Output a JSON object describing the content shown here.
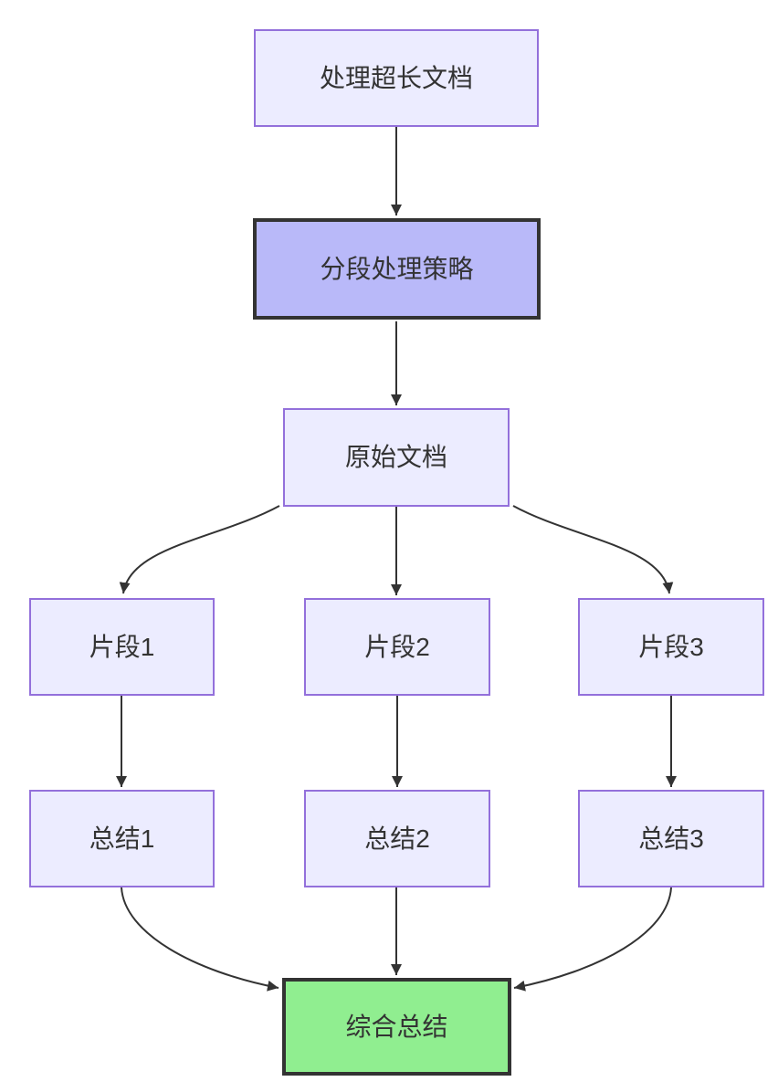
{
  "diagram": {
    "type": "flowchart",
    "direction": "top-down",
    "colors": {
      "node_fill": "#ECECFF",
      "node_border": "#9370DB",
      "highlight_fill": "#B9B9F9",
      "highlight_border": "#333333",
      "success_fill": "#90EE90",
      "success_border": "#333333",
      "edge": "#333333",
      "text": "#333333"
    },
    "nodes": [
      {
        "id": "A",
        "label": "处理超长文档",
        "style": "default"
      },
      {
        "id": "B",
        "label": "分段处理策略",
        "style": "highlight"
      },
      {
        "id": "C",
        "label": "原始文档",
        "style": "default"
      },
      {
        "id": "D1",
        "label": "片段1",
        "style": "default"
      },
      {
        "id": "D2",
        "label": "片段2",
        "style": "default"
      },
      {
        "id": "D3",
        "label": "片段3",
        "style": "default"
      },
      {
        "id": "E1",
        "label": "总结1",
        "style": "default"
      },
      {
        "id": "E2",
        "label": "总结2",
        "style": "default"
      },
      {
        "id": "E3",
        "label": "总结3",
        "style": "default"
      },
      {
        "id": "F",
        "label": "综合总结",
        "style": "success"
      }
    ],
    "edges": [
      {
        "from": "A",
        "to": "B"
      },
      {
        "from": "B",
        "to": "C"
      },
      {
        "from": "C",
        "to": "D1"
      },
      {
        "from": "C",
        "to": "D2"
      },
      {
        "from": "C",
        "to": "D3"
      },
      {
        "from": "D1",
        "to": "E1"
      },
      {
        "from": "D2",
        "to": "E2"
      },
      {
        "from": "D3",
        "to": "E3"
      },
      {
        "from": "E1",
        "to": "F"
      },
      {
        "from": "E2",
        "to": "F"
      },
      {
        "from": "E3",
        "to": "F"
      }
    ]
  }
}
